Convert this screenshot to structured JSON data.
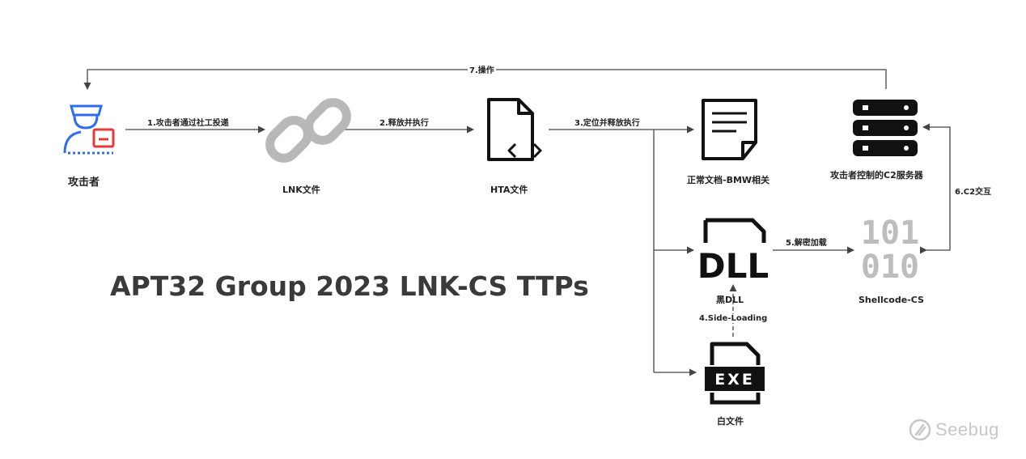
{
  "diagram": {
    "title": "APT32 Group 2023 LNK-CS TTPs",
    "nodes": {
      "attacker": "攻击者",
      "lnk": "LNK文件",
      "hta": "HTA文件",
      "normal_doc": "正常文档-BMW相关",
      "c2_server": "攻击者控制的C2服务器",
      "black_dll": "黑DLL",
      "shellcode": "Shellcode-CS",
      "white_file": "白文件"
    },
    "edges": {
      "e1": "1.攻击者通过社工投递",
      "e2": "2.释放并执行",
      "e3": "3.定位并释放执行",
      "e4": "4.Side-Loading",
      "e5": "5.解密加载",
      "e6": "6.C2交互",
      "e7": "7.操作"
    },
    "icons": {
      "dll_text": "DLL",
      "exe_text": "EXE",
      "binary_top": "101",
      "binary_bottom": "010"
    },
    "watermark": "Seebug",
    "colors": {
      "attacker_blue": "#2f6df0",
      "attacker_red": "#e23b3b",
      "link_gray": "#b8b8b8",
      "icon_black": "#111111",
      "binary_gray": "#bdbdbd",
      "arrow": "#444444"
    }
  }
}
